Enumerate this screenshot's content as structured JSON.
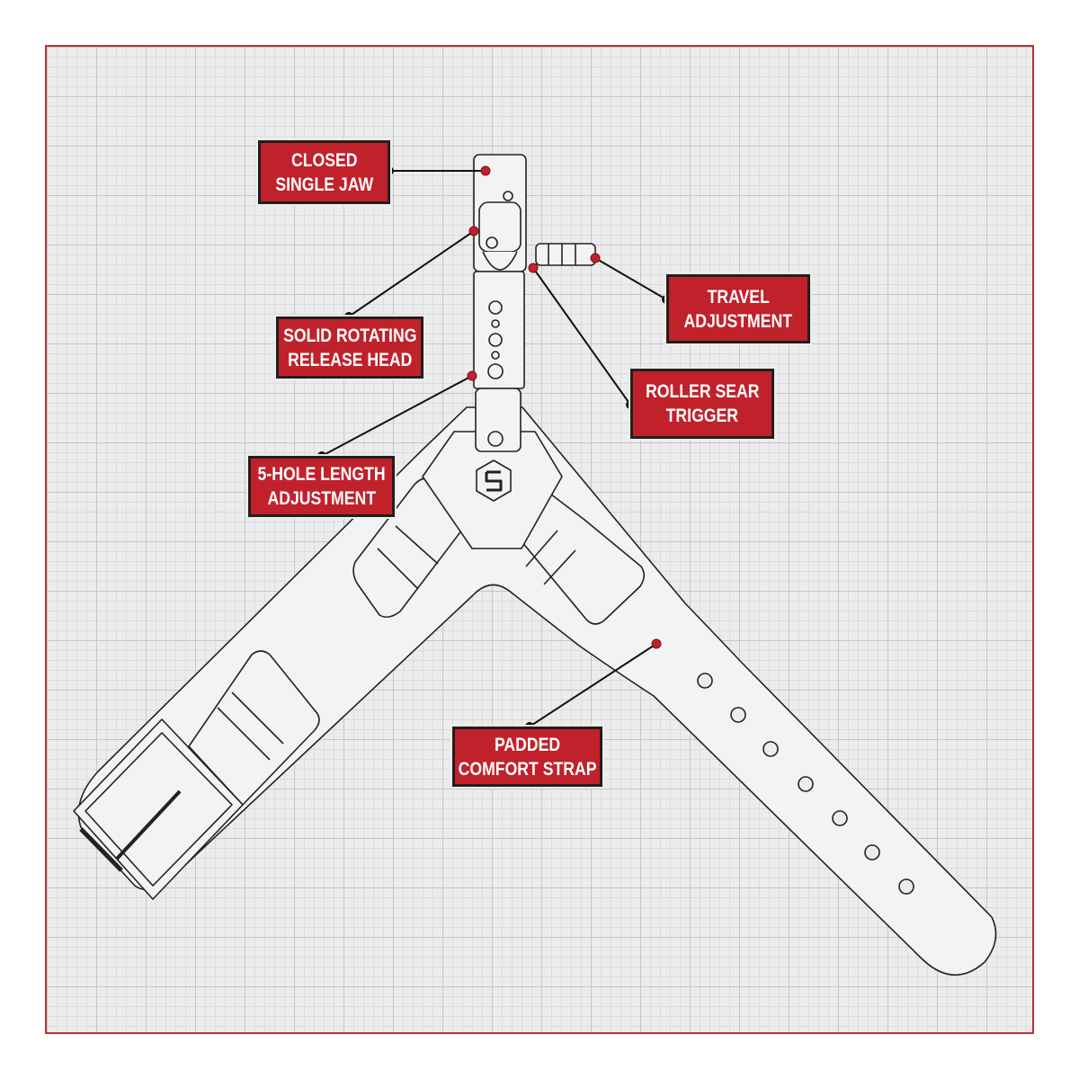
{
  "diagram": {
    "colors": {
      "label_bg": "#c1212b",
      "frame": "#b8323a",
      "grid_bg": "#ececec",
      "dot": "#c1212b"
    },
    "labels": [
      {
        "id": "closed-single-jaw",
        "lines": [
          "CLOSED",
          "SINGLE JAW"
        ]
      },
      {
        "id": "solid-rotating-release-head",
        "lines": [
          "SOLID ROTATING",
          "RELEASE HEAD"
        ]
      },
      {
        "id": "5-hole-length-adjustment",
        "lines": [
          "5-HOLE LENGTH",
          "ADJUSTMENT"
        ]
      },
      {
        "id": "travel-adjustment",
        "lines": [
          "TRAVEL",
          "ADJUSTMENT"
        ]
      },
      {
        "id": "roller-sear-trigger",
        "lines": [
          "ROLLER SEAR",
          "TRIGGER"
        ]
      },
      {
        "id": "padded-comfort-strap",
        "lines": [
          "PADDED",
          "COMFORT STRAP"
        ]
      }
    ]
  }
}
